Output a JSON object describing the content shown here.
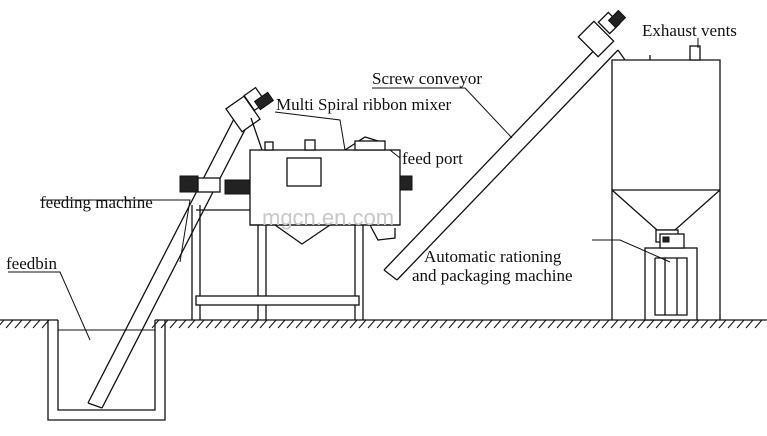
{
  "labels": {
    "exhaust_vents": "Exhaust vents",
    "screw_conveyor": "Screw conveyor",
    "mixer": "Multi Spiral ribbon mixer",
    "feed_port": "feed port",
    "feeding_machine": "feeding machine",
    "feedbin": "feedbin",
    "packaging_line1": "Automatic rationing",
    "packaging_line2": "and packaging machine"
  },
  "watermark": "mgcn.en.com",
  "colors": {
    "line": "#111111",
    "watermark": "#c8c8c8",
    "background": "#ffffff"
  }
}
